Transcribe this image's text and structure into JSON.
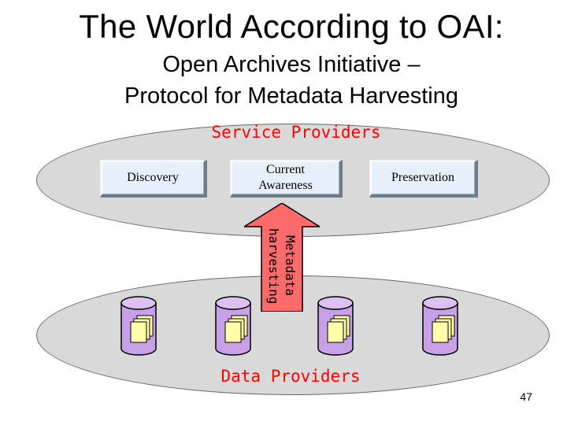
{
  "slide": {
    "title": "The World According to OAI:",
    "subtitle_line1": "Open Archives Initiative –",
    "subtitle_line2": "Protocol for Metadata Harvesting",
    "page_number": "47"
  },
  "service_providers": {
    "label": "Service Providers",
    "services": [
      "Discovery",
      "Current\nAwareness",
      "Preservation"
    ]
  },
  "harvest_arrow": {
    "label_line1": "Metadata",
    "label_line2": "harvesting",
    "color": "#ff6b6b"
  },
  "data_providers": {
    "label": "Data Providers",
    "repository_count": 4
  },
  "colors": {
    "ellipse_fill": "#d9d9d9",
    "label_red": "#ff0000",
    "box_fill": "#e6f0fa",
    "cylinder_fill": "#c8a0e8",
    "document_fill": "#ffffaa"
  }
}
